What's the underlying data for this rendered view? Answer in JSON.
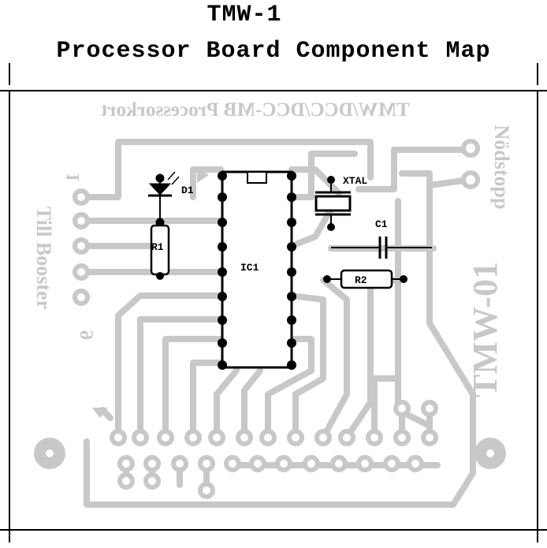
{
  "title": "TMW-1",
  "subtitle": "Processor Board Component Map",
  "pcb_text": {
    "top_mirrored": "TMW/DCC/DCC-MB Processorkort",
    "left_vertical": "Till Booster",
    "right_vertical_top": "Nödstopp",
    "right_vertical_big": "TMW-01",
    "pin_1": "1",
    "pin_9": "9"
  },
  "components": {
    "d1": "D1",
    "r1": "R1",
    "ic1": "IC1",
    "xtal": "XTAL",
    "c1": "C1",
    "r2": "R2"
  },
  "colors": {
    "trace": "#c8c8c8",
    "component": "#000000",
    "background": "#ffffff"
  }
}
